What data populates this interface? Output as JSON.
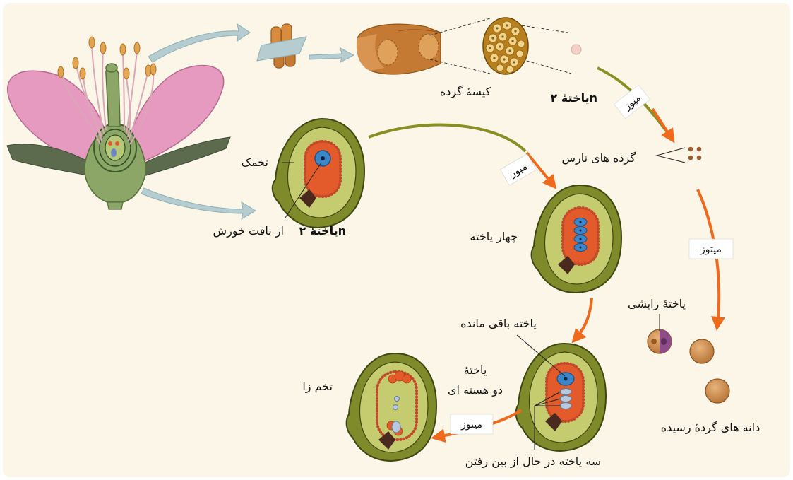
{
  "labels": {
    "pollen_sac": "کیسهٔ گرده",
    "pollen_mother_cell": "یاختهٔ ۲n",
    "immature_pollen": "گرده های نارس",
    "ovule": "تخمک",
    "megaspore_mother_cell": "یاختهٔ ۲n",
    "from_nucellus": "از بافت خورش",
    "four_cells": "چهار یاخته",
    "remaining_cell": "یاخته باقی مانده",
    "three_degenerating": "سه یاخته در حال از بین رفتن",
    "binucleate_line1": "یاختهٔ",
    "binucleate_line2": "دو هسته ای",
    "egg": "تخم زا",
    "generative_cell": "یاختهٔ زایشی",
    "mature_pollen": "دانه های گردهٔ رسیده"
  },
  "process_tags": {
    "meiosis_pollen": "میوز",
    "meiosis_ovule": "میوز",
    "mitosis_pollen": "میتوز",
    "mitosis_ovule": "میتوز"
  },
  "colors": {
    "background": "#fbf6e7",
    "petal": "#e79ac0",
    "ovule_outer": "#7f8a2a",
    "ovule_inner": "#c5cc70",
    "nucellus": "#e35b2a",
    "nucleus": "#3a86c9",
    "arrow_orange": "#f06a1d",
    "arrow_path_green": "#8a8f24",
    "big_arrow": "#b5cdd0",
    "pollen": "#c8843e"
  }
}
